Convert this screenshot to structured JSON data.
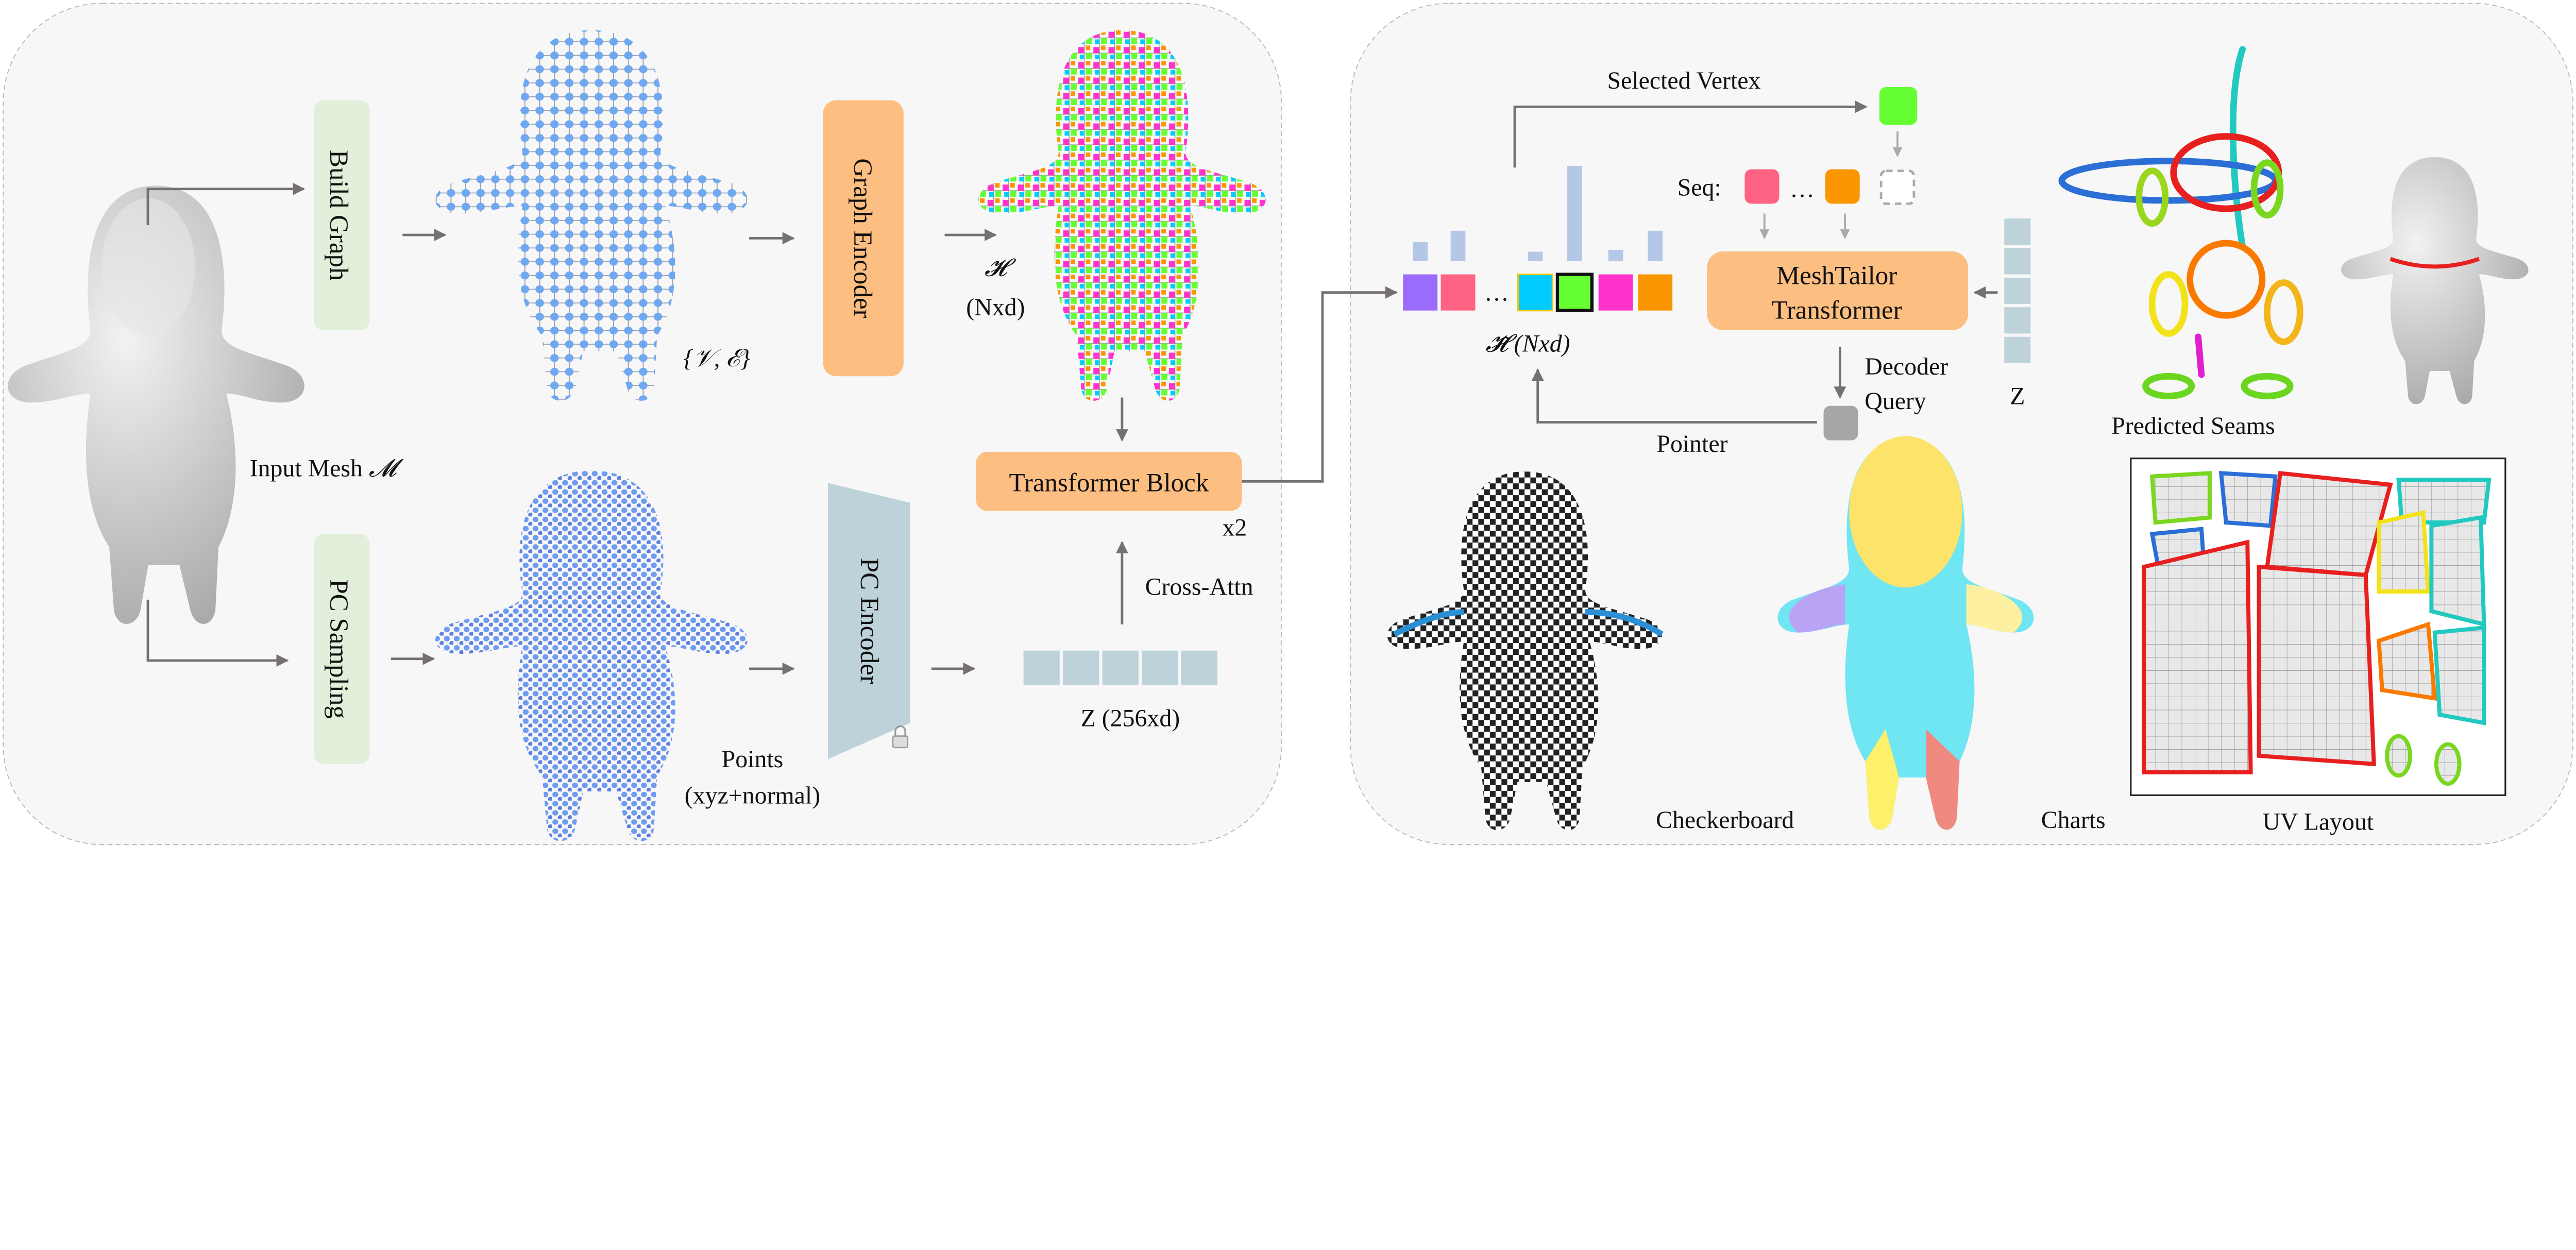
{
  "encoder_branch": {
    "input_label": "Input Mesh",
    "input_symbol": "𝓜",
    "build_graph": "Build Graph",
    "pc_sampling": "PC Sampling",
    "graph_label": "{𝒱, ℰ}",
    "graph_encoder": "Graph Encoder",
    "h_symbol": "𝓗",
    "h_dims": "(Nxd)",
    "pc_encoder": "PC Encoder",
    "points_label": "Points",
    "points_detail": "(xyz+normal)",
    "z_label": "Z (256xd)",
    "cross_attn": "Cross-Attn",
    "transformer_block": "Transformer Block",
    "repeat": "x2",
    "lock_icon": "lock-icon"
  },
  "decoder_branch": {
    "selected_vertex": "Selected Vertex",
    "seq_label": "Seq:",
    "ellipsis": "…",
    "h_tilde": "𝓗̃ (Nxd)",
    "meshtailor_line1": "MeshTailor",
    "meshtailor_line2": "Transformer",
    "decoder_line1": "Decoder",
    "decoder_line2": "Query",
    "z_label": "Z",
    "pointer": "Pointer",
    "token_colors": [
      "#9b6bfb",
      "#ff6384",
      "#00ccff",
      "#66ff33",
      "#ff33cc",
      "#fa9600"
    ],
    "attention_levels": [
      0.2,
      0.32,
      0.1,
      1.0,
      0.12,
      0.32
    ]
  },
  "results": {
    "predicted_seams": "Predicted Seams",
    "checkerboard": "Checkerboard",
    "charts": "Charts",
    "uv_layout": "UV Layout"
  },
  "colors": {
    "panel": "#f7f7f7",
    "green_box": "#e2efda",
    "orange_box": "#fdbe82",
    "encoder_blue": "#bdd2d9",
    "arrow": "#767171",
    "mesh_blue": "#6fa8f0"
  }
}
